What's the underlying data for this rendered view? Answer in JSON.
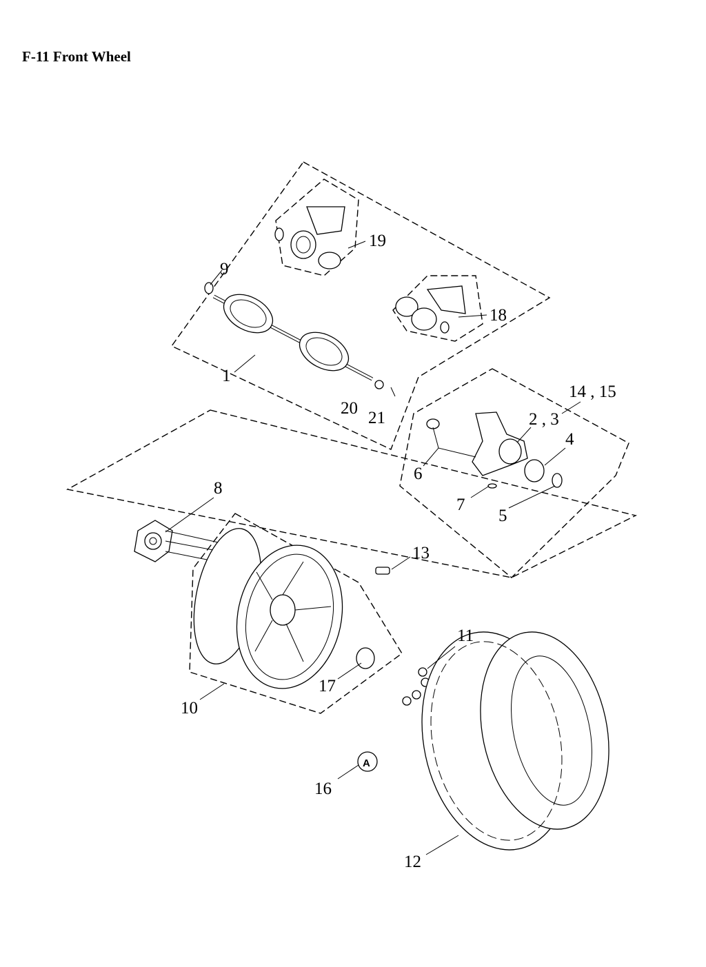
{
  "title": "F-11 Front Wheel",
  "callouts": {
    "c1": "1",
    "c2_3": "2 , 3",
    "c4": "4",
    "c5": "5",
    "c6": "6",
    "c7": "7",
    "c8": "8",
    "c9": "9",
    "c10": "10",
    "c11": "11",
    "c12": "12",
    "c13": "13",
    "c14_15": "14 , 15",
    "c16": "16",
    "c17": "17",
    "c18": "18",
    "c19": "19",
    "c20": "20",
    "c21": "21"
  }
}
